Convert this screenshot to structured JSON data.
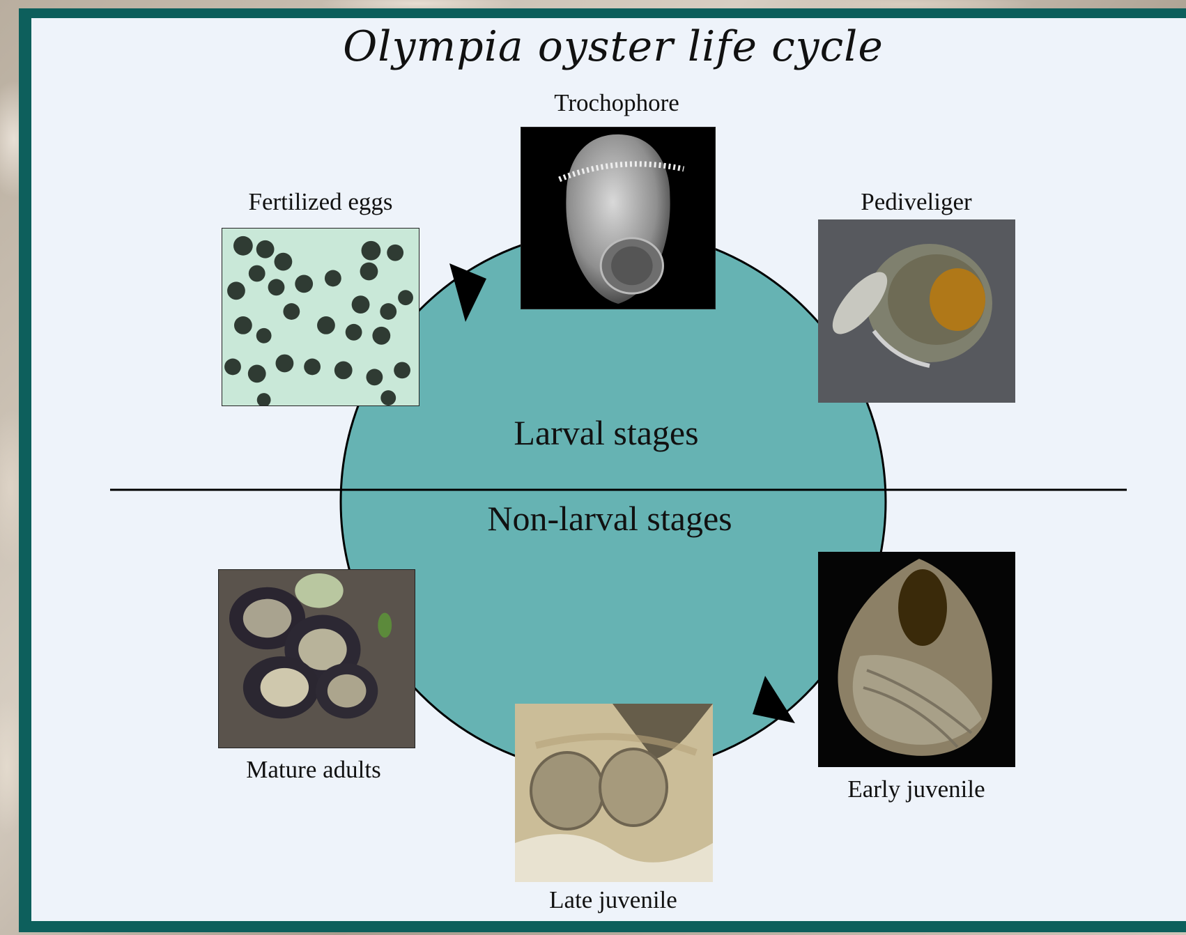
{
  "title": "Olympia oyster life cycle",
  "stages": {
    "larval": "Larval stages",
    "non_larval": "Non-larval stages"
  },
  "labels": {
    "trochophore": "Trochophore",
    "fertilized_eggs": "Fertilized eggs",
    "pediveliger": "Pediveliger",
    "mature_adults": "Mature adults",
    "early_juvenile": "Early juvenile",
    "late_juvenile": "Late juvenile"
  },
  "colors": {
    "frame": "#0d5f5c",
    "panel": "#eef3fa",
    "circle": "#66b3b3"
  }
}
